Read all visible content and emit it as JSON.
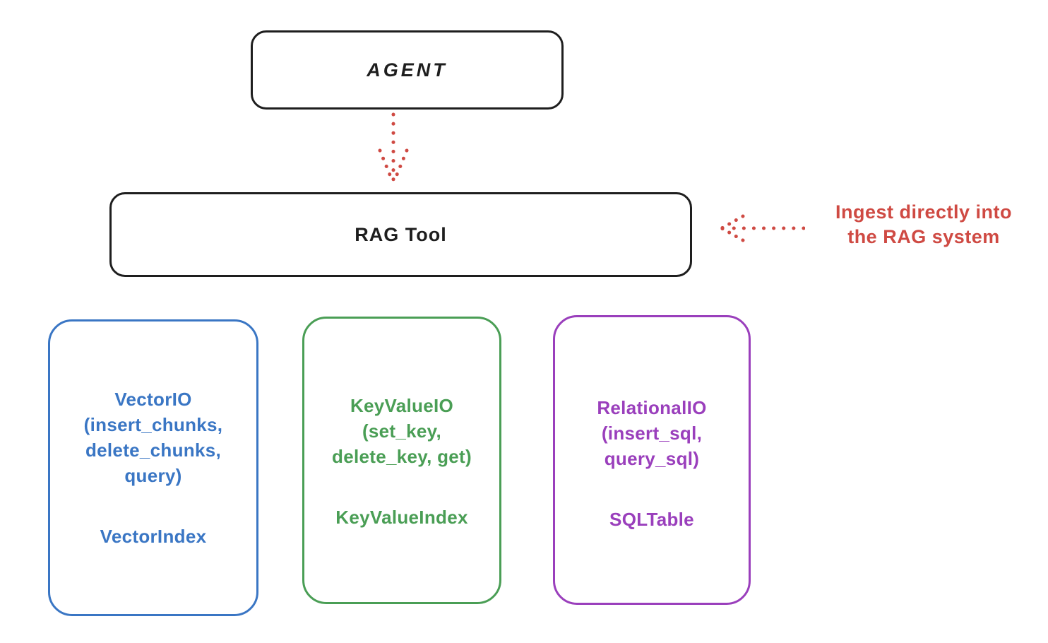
{
  "agent_box": {
    "label": "AGENT"
  },
  "rag_tool_box": {
    "label": "RAG Tool"
  },
  "annotation": {
    "text": "Ingest directly into\nthe RAG system"
  },
  "io_boxes": [
    {
      "name": "VectorIO",
      "signature": "VectorIO\n(insert_chunks,\ndelete_chunks,\nquery)",
      "index_label": "VectorIndex",
      "color": "#3a76c4"
    },
    {
      "name": "KeyValueIO",
      "signature": "KeyValueIO\n(set_key,\ndelete_key, get)",
      "index_label": "KeyValueIndex",
      "color": "#4a9e55"
    },
    {
      "name": "RelationalIO",
      "signature": "RelationalIO\n(insert_sql,\nquery_sql)",
      "index_label": "SQLTable",
      "color": "#9a3fbc"
    }
  ],
  "colors": {
    "ink": "#1e1e1e",
    "accent_red": "#cf4a43",
    "vector_blue": "#3a76c4",
    "keyvalue_green": "#4a9e55",
    "relational_purple": "#9a3fbc"
  }
}
